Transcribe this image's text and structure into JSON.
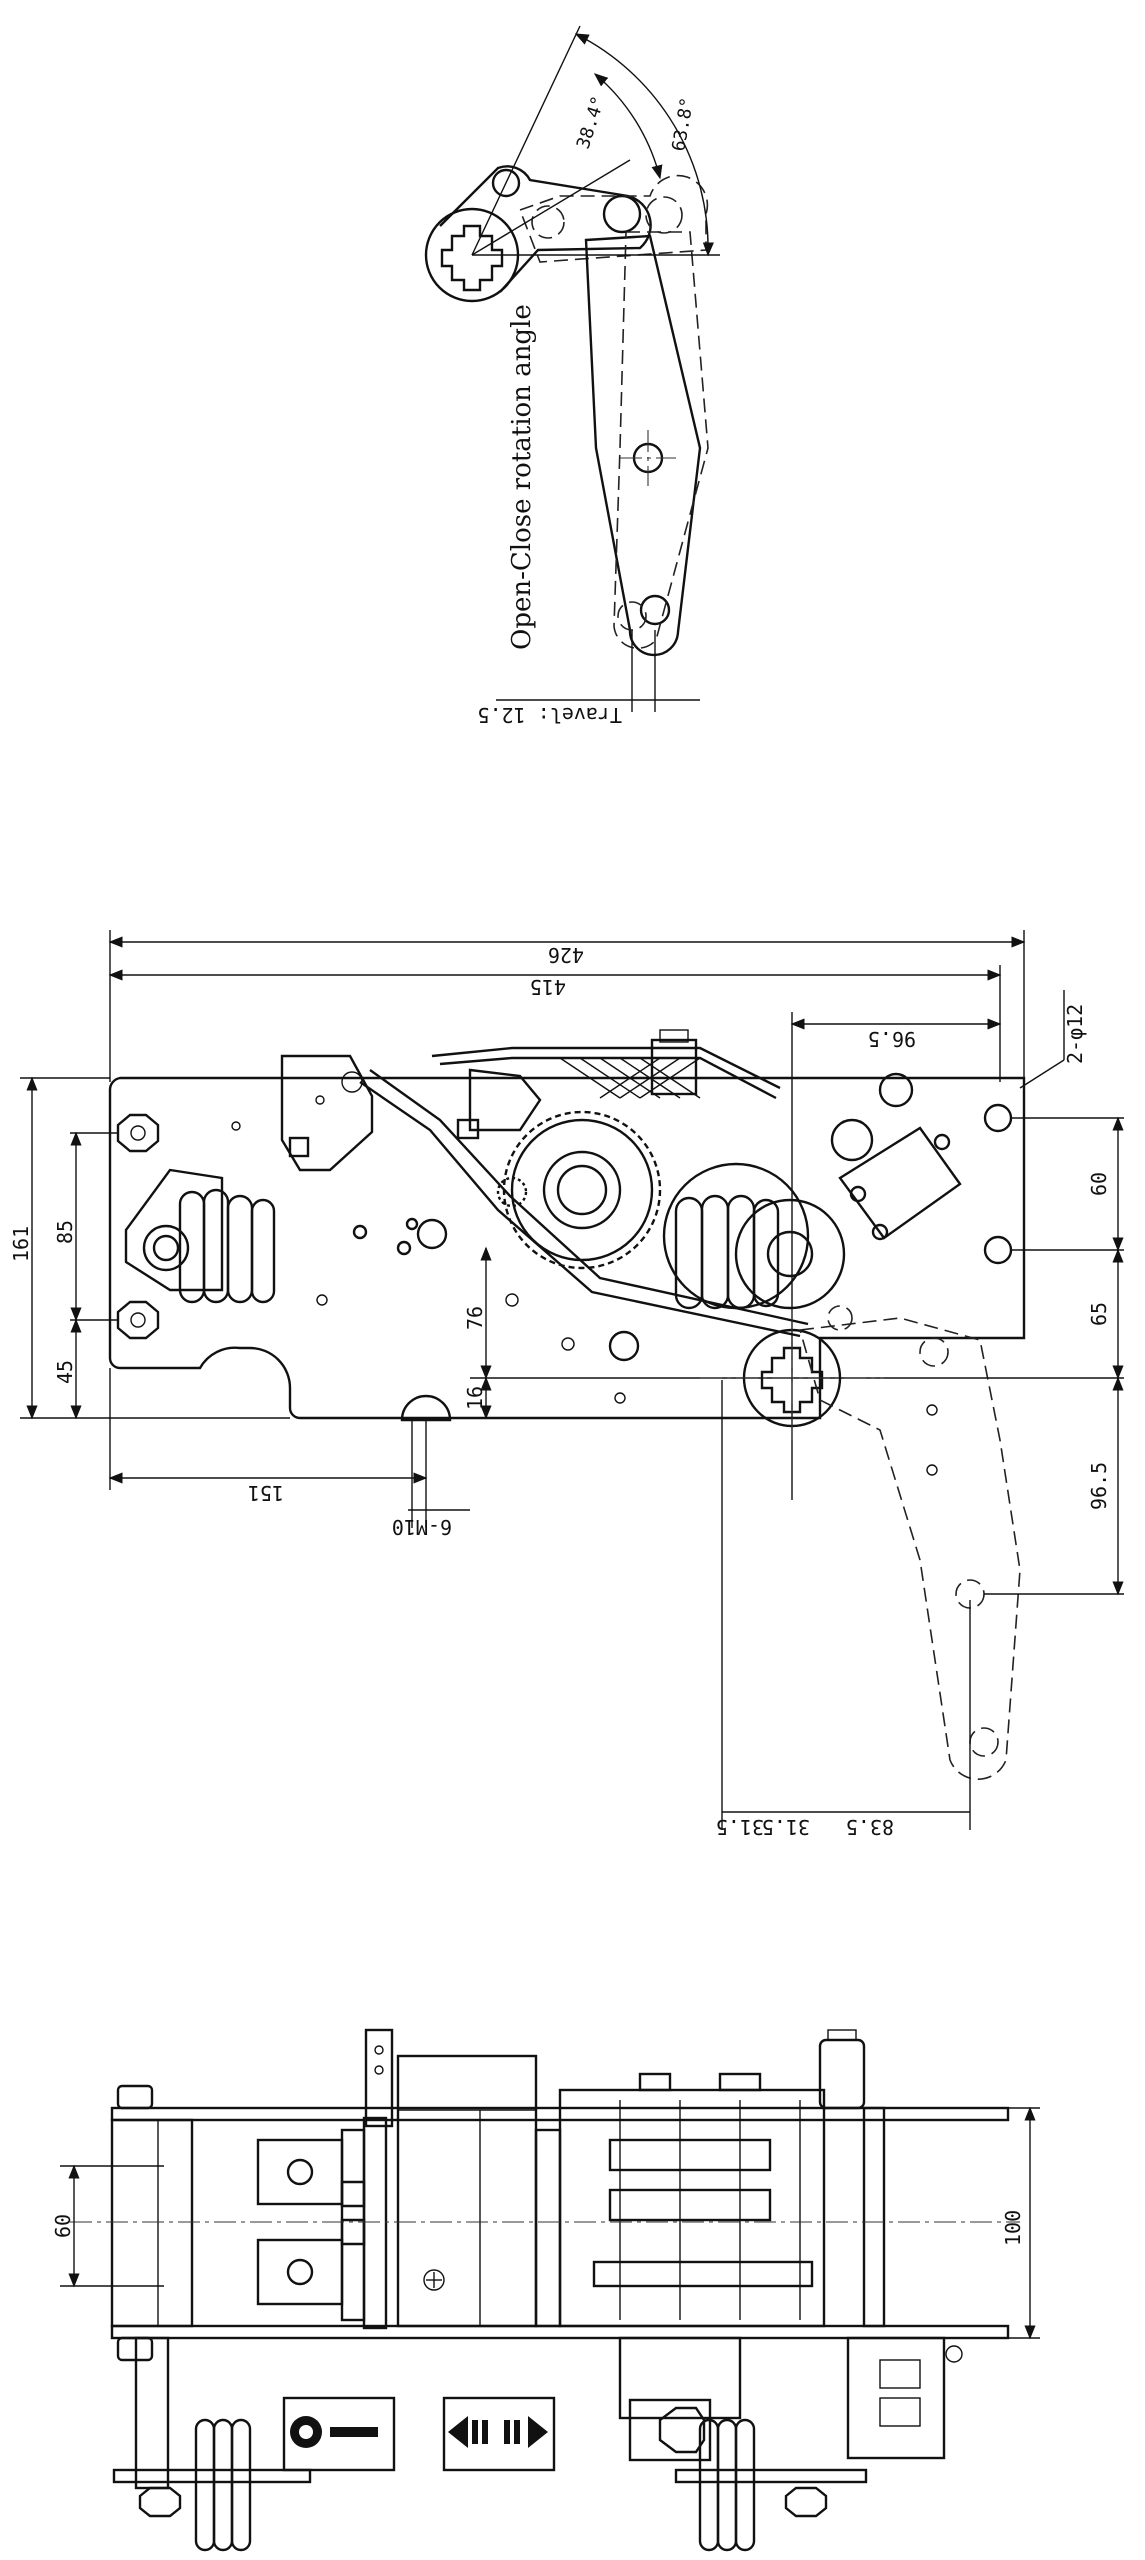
{
  "rotation_view": {
    "angle_small": "38.4°",
    "angle_large": "63.8°",
    "rotation_label": "Open-Close rotation angle",
    "travel_label": "Travel: 12.5"
  },
  "front_view": {
    "width_overall": "426",
    "width_frame": "415",
    "dim_96_5_top": "96.5",
    "hole_callout": "2-φ12",
    "height_total": "161",
    "height_85": "85",
    "height_45": "45",
    "dim_76": "76",
    "dim_16": "16",
    "dim_151": "151",
    "thread_callout": "6-M10",
    "right_60": "60",
    "right_65": "65",
    "right_96_5": "96.5",
    "bottom_31_5a": "31.5",
    "bottom_31_5b": "31.5",
    "bottom_83_5": "83.5"
  },
  "side_view": {
    "dim_60": "60",
    "dim_100": "100"
  },
  "icons": [
    "open-indicator-icon",
    "arrow-direction-icon"
  ]
}
